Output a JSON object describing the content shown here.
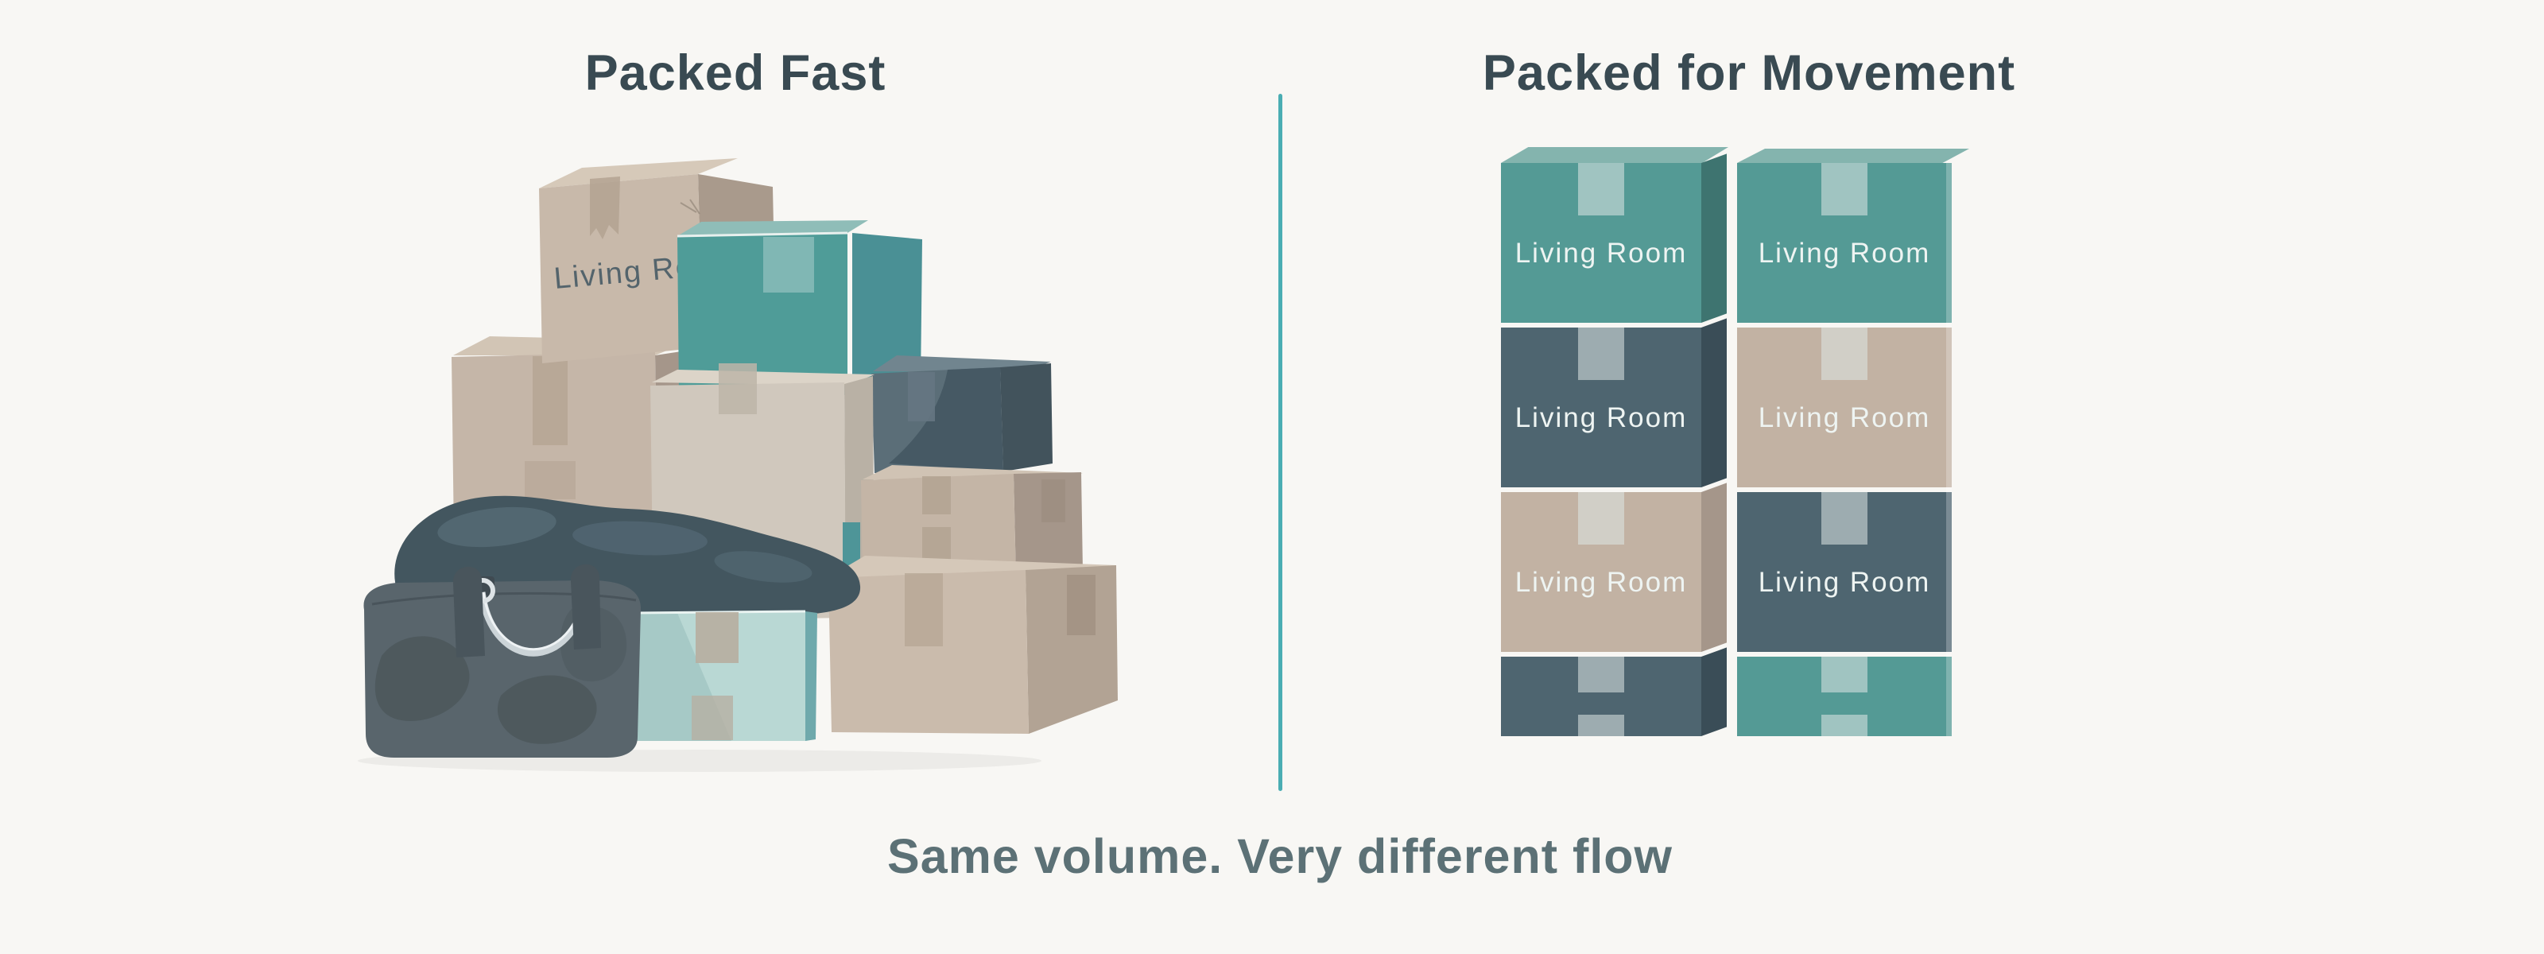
{
  "palette": {
    "background": "#f8f7f4",
    "heading": "#394a52",
    "caption-color": "#5c7176",
    "divider": "#4aadb3",
    "teal-front": "#549a95",
    "teal-side": "#3e7470",
    "teal-top": "#84b4ae",
    "slate-front": "#4e6570",
    "slate-side": "#3a4d57",
    "tan-front": "#c2b2a3",
    "tan-side": "#a5968a",
    "tape": "#dfe8e5",
    "label-light": "#eef4f2",
    "label-dark": "#54646c",
    "cardboard-front": "#c8b9aa",
    "cardboard-side": "#a99a8c",
    "cardboard-top": "#d6c9b9",
    "beige-front": "#d0c8bd",
    "mint-front": "#b9d8d4",
    "mint-edge": "#57a1a8",
    "bag-body": "#59656c",
    "blanket": "#43565f"
  },
  "left_panel": {
    "title": "Packed Fast",
    "box_label": "Living Room"
  },
  "right_panel": {
    "title": "Packed for Movement",
    "stacks": [
      {
        "boxes": [
          {
            "color": "teal",
            "label": "Living Room"
          },
          {
            "color": "slate",
            "label": "Living Room"
          },
          {
            "color": "tan",
            "label": "Living Room"
          },
          {
            "color": "slate",
            "label": ""
          }
        ]
      },
      {
        "boxes": [
          {
            "color": "teal",
            "label": "Living Room"
          },
          {
            "color": "tan",
            "label": "Living Room"
          },
          {
            "color": "slate",
            "label": "Living Room"
          },
          {
            "color": "teal",
            "label": ""
          }
        ]
      }
    ]
  },
  "caption": "Same volume. Very different flow"
}
